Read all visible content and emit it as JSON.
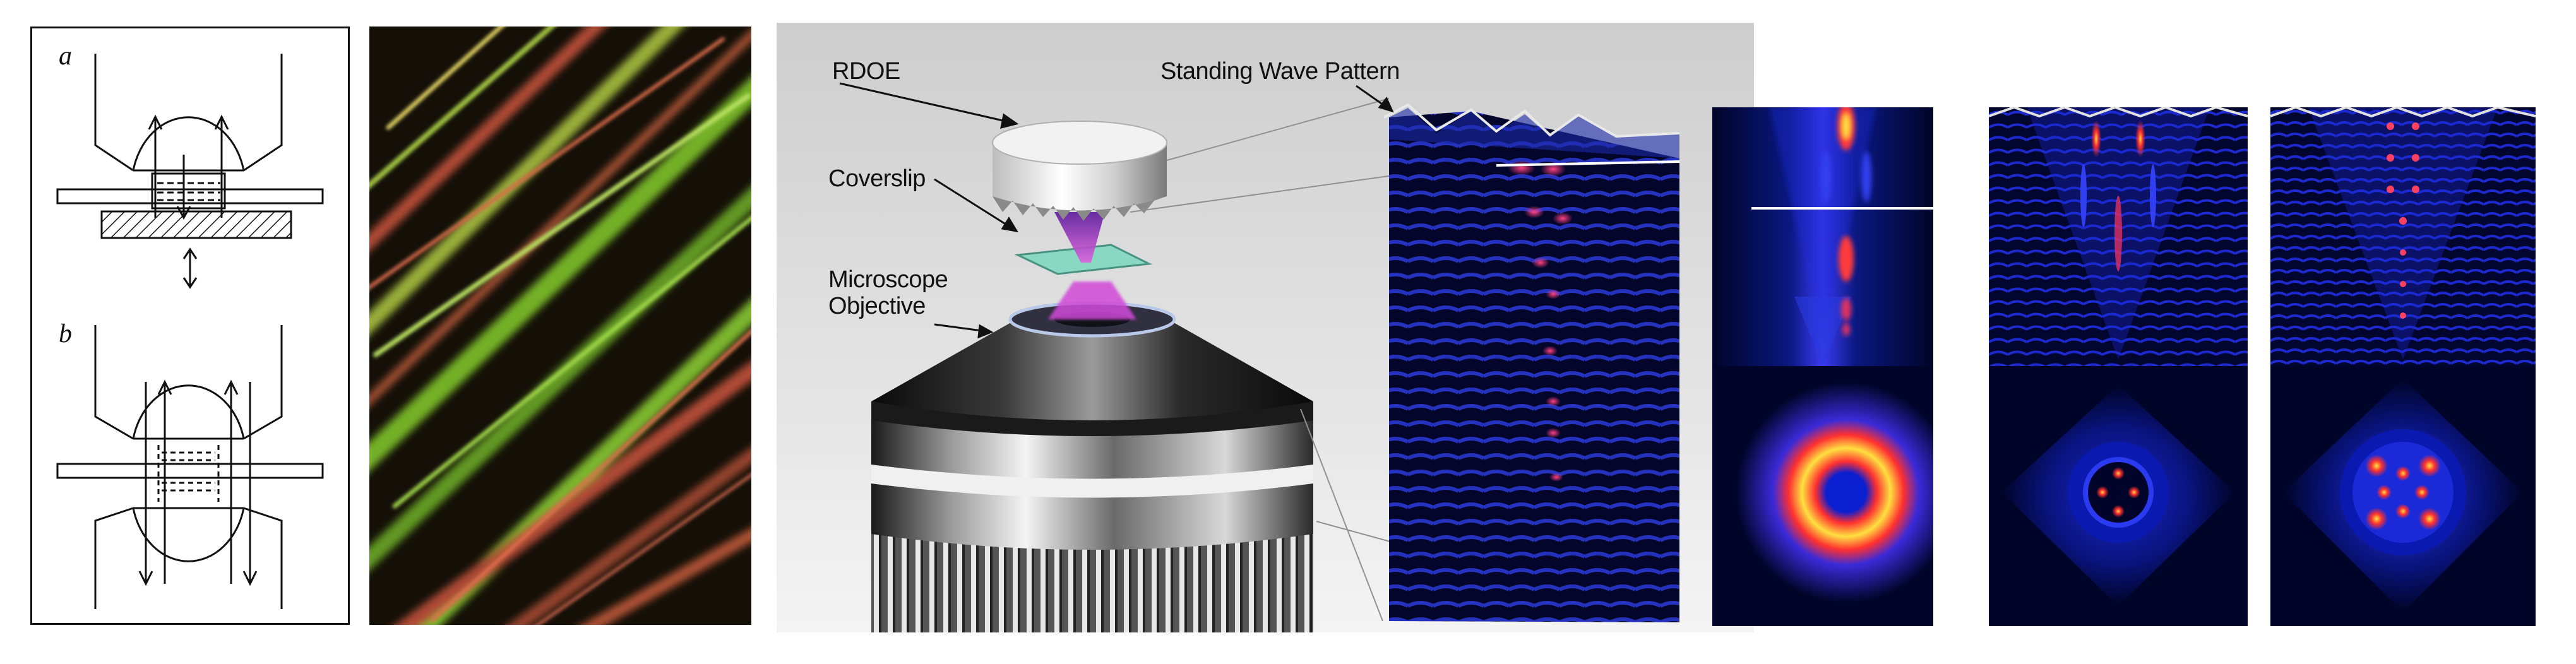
{
  "panel_a": {
    "label_a": "a",
    "label_b": "b"
  },
  "callouts": {
    "rdoe": "RDOE",
    "standing_wave": "Standing Wave Pattern",
    "coverslip": "Coverslip",
    "objective_line1": "Microscope",
    "objective_line2": "Objective"
  },
  "colors": {
    "fiber_green": "#7fc32a",
    "fiber_red": "#c0513a",
    "field_dark": "#000428",
    "field_blue": "#1a2fd0",
    "hot_red": "#ff3030",
    "hot_yellow": "#ffe040",
    "beam_magenta": "#d04ad8",
    "coverslip_teal": "#7fd8c0"
  }
}
